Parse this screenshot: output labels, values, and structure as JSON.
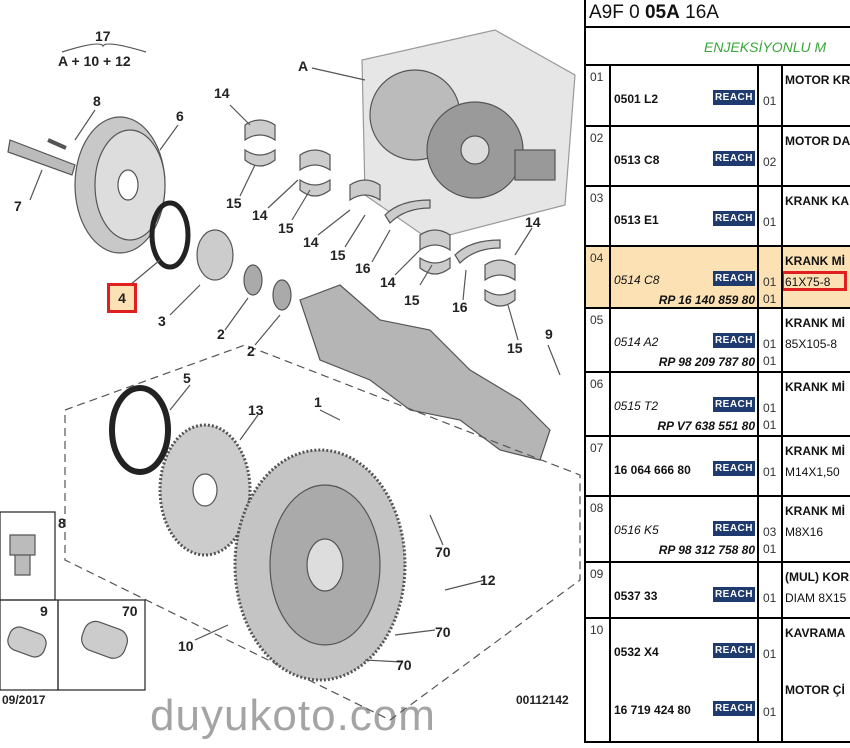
{
  "diagram": {
    "labels": {
      "l17": "17",
      "lA1012": "A + 10 + 12",
      "l8": "8",
      "l6": "6",
      "l7": "7",
      "l4": "4",
      "l3": "3",
      "l2a": "2",
      "l2b": "2",
      "l14a": "14",
      "l15a": "15",
      "l14b": "14",
      "l15b": "15",
      "l14c": "14",
      "l15c": "15",
      "l16a": "16",
      "l14d": "14",
      "l15d": "15",
      "l16b": "16",
      "l14e": "14",
      "l15e": "15",
      "l9": "9",
      "lA": "A",
      "l5": "5",
      "l13": "13",
      "l1": "1",
      "l70a": "70",
      "l12": "12",
      "l70b": "70",
      "l70c": "70",
      "l10": "10",
      "i8": "8",
      "i9": "9",
      "i70": "70"
    },
    "date": "09/2017",
    "code": "00112142",
    "watermark": "duyukoto.com",
    "highlight_color": "#e02020"
  },
  "table": {
    "title_parts": [
      "A9F 0 ",
      "05A",
      " 16A"
    ],
    "subtitle": "ENJEKSİYONLU M",
    "reach_label": "REACH",
    "rows": [
      {
        "no": "01",
        "ref": "0501 L2",
        "italic": false,
        "qty": [
          "01"
        ],
        "desc": "MOTOR KR",
        "desc2": ""
      },
      {
        "no": "02",
        "ref": "0513 C8",
        "italic": false,
        "qty": [
          "02"
        ],
        "desc": "MOTOR DA",
        "desc2": ""
      },
      {
        "no": "03",
        "ref": "0513 E1",
        "italic": false,
        "qty": [
          "01"
        ],
        "desc": "KRANK KA",
        "desc2": ""
      },
      {
        "no": "04",
        "ref": "0514 C8",
        "italic": true,
        "rp": "RP 16 140 859 80",
        "qty": [
          "01",
          "01"
        ],
        "desc": "KRANK Mİ",
        "desc2": "61X75-8",
        "highlighted": true
      },
      {
        "no": "05",
        "ref": "0514 A2",
        "italic": true,
        "rp": "RP 98 209 787 80",
        "qty": [
          "01",
          "01"
        ],
        "desc": "KRANK Mİ",
        "desc2": "85X105-8"
      },
      {
        "no": "06",
        "ref": "0515 T2",
        "italic": true,
        "rp": "RP V7 638 551 80",
        "qty": [
          "01",
          "01"
        ],
        "desc": "KRANK Mİ",
        "desc2": ""
      },
      {
        "no": "07",
        "ref": "16 064 666 80",
        "italic": false,
        "qty": [
          "01"
        ],
        "desc": "KRANK Mİ",
        "desc2": "M14X1,50"
      },
      {
        "no": "08",
        "ref": "0516 K5",
        "italic": true,
        "rp": "RP 98 312 758 80",
        "qty": [
          "03",
          "01"
        ],
        "desc": "KRANK Mİ",
        "desc2": "M8X16"
      },
      {
        "no": "09",
        "ref": "0537 33",
        "italic": false,
        "qty": [
          "01"
        ],
        "desc": "(MUL) KOR",
        "desc2": "DIAM 8X15"
      },
      {
        "no": "10",
        "ref": "0532 X4",
        "italic": false,
        "qty": [
          "01"
        ],
        "desc": "KAVRAMA",
        "desc2": "",
        "ref2": "16 719 424 80",
        "qty2": "01",
        "desc3": "MOTOR Çİ"
      }
    ],
    "highlight_bg": "#fbe1b4",
    "reach_color": "#1f3a6e",
    "subtitle_color": "#3aa53a"
  }
}
